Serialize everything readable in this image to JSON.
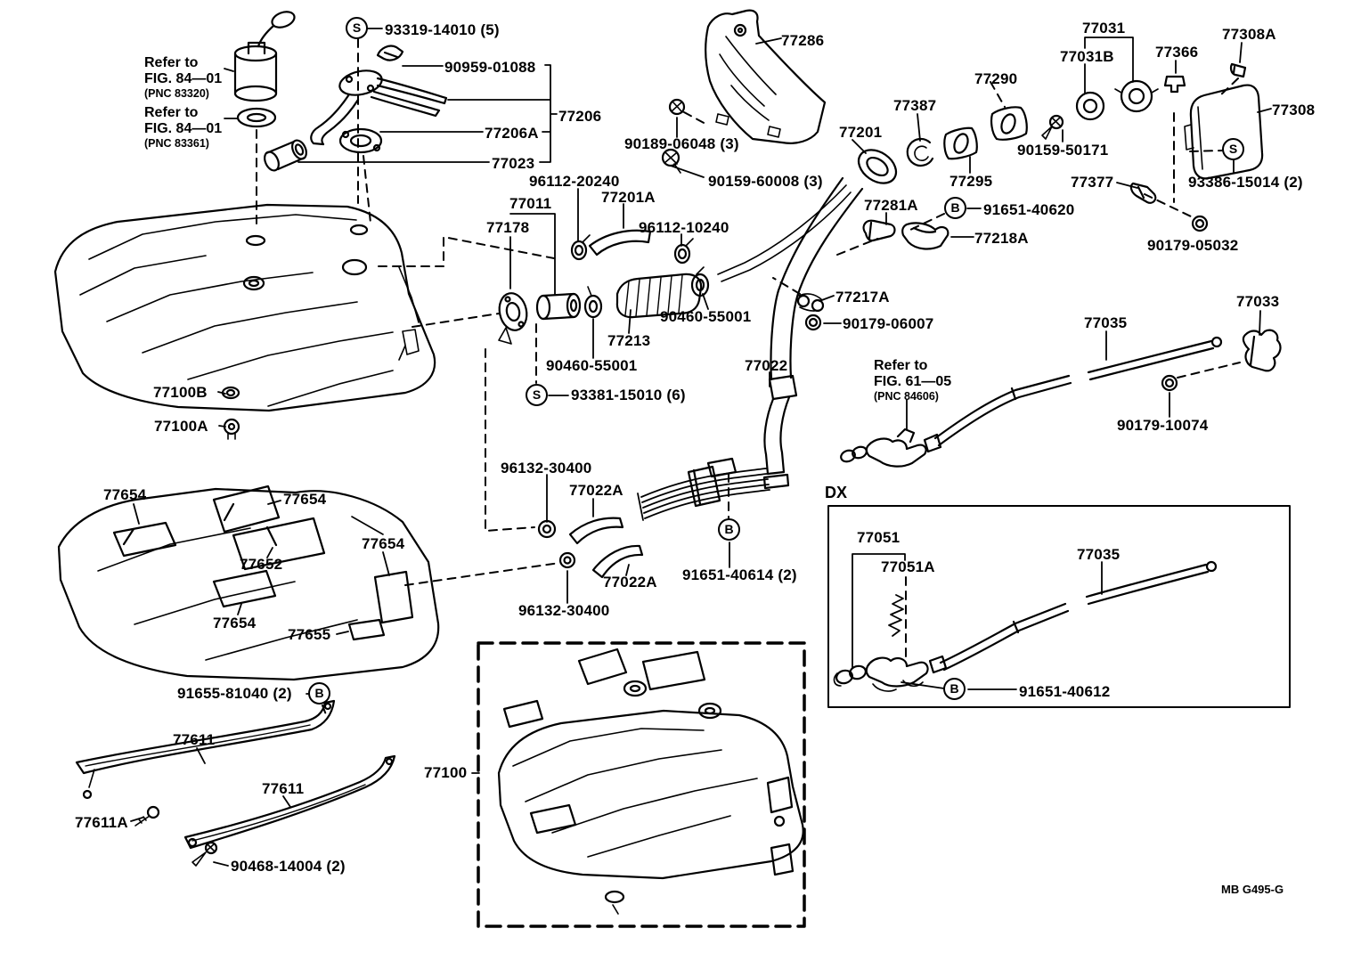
{
  "footer": {
    "code": "MB G495-G"
  },
  "dx": {
    "label": "DX"
  },
  "symbols": {
    "screw": "S",
    "bolt": "B"
  },
  "notes": [
    {
      "l1": "Refer to",
      "l2": "FIG. 84—01",
      "l3": "(PNC 83320)"
    },
    {
      "l1": "Refer to",
      "l2": "FIG. 84—01",
      "l3": "(PNC 83361)"
    },
    {
      "l1": "Refer to",
      "l2": "FIG. 61—05",
      "l3": "(PNC 84606)"
    }
  ],
  "parts": [
    {
      "num": "93319-14010 (5)"
    },
    {
      "num": "90959-01088"
    },
    {
      "num": "77206"
    },
    {
      "num": "77206A"
    },
    {
      "num": "77023"
    },
    {
      "num": "77286"
    },
    {
      "num": "90189-06048 (3)"
    },
    {
      "num": "90159-60008 (3)"
    },
    {
      "num": "96112-20240"
    },
    {
      "num": "77011"
    },
    {
      "num": "77178"
    },
    {
      "num": "77201A"
    },
    {
      "num": "96112-10240"
    },
    {
      "num": "77201"
    },
    {
      "num": "77387"
    },
    {
      "num": "77290"
    },
    {
      "num": "77031"
    },
    {
      "num": "77031B"
    },
    {
      "num": "77366"
    },
    {
      "num": "77308A"
    },
    {
      "num": "77308"
    },
    {
      "num": "90159-50171"
    },
    {
      "num": "77295"
    },
    {
      "num": "77377"
    },
    {
      "num": "93386-15014 (2)"
    },
    {
      "num": "90179-05032"
    },
    {
      "num": "77281A"
    },
    {
      "num": "91651-40620"
    },
    {
      "num": "77218A"
    },
    {
      "num": "77217A"
    },
    {
      "num": "90179-06007"
    },
    {
      "num": "90460-55001"
    },
    {
      "num": "77213"
    },
    {
      "num": "90460-55001"
    },
    {
      "num": "93381-15010 (6)"
    },
    {
      "num": "77022"
    },
    {
      "num": "77035"
    },
    {
      "num": "77033"
    },
    {
      "num": "90179-10074"
    },
    {
      "num": "77100B"
    },
    {
      "num": "77100A"
    },
    {
      "num": "77654"
    },
    {
      "num": "77654"
    },
    {
      "num": "77654"
    },
    {
      "num": "77652"
    },
    {
      "num": "77654"
    },
    {
      "num": "77655"
    },
    {
      "num": "96132-30400"
    },
    {
      "num": "77022A"
    },
    {
      "num": "77022A"
    },
    {
      "num": "96132-30400"
    },
    {
      "num": "91651-40614 (2)"
    },
    {
      "num": "77051"
    },
    {
      "num": "77051A"
    },
    {
      "num": "77035"
    },
    {
      "num": "91651-40612"
    },
    {
      "num": "91655-81040 (2)"
    },
    {
      "num": "77611"
    },
    {
      "num": "77611"
    },
    {
      "num": "77611A"
    },
    {
      "num": "90468-14004 (2)"
    },
    {
      "num": "77100"
    }
  ]
}
